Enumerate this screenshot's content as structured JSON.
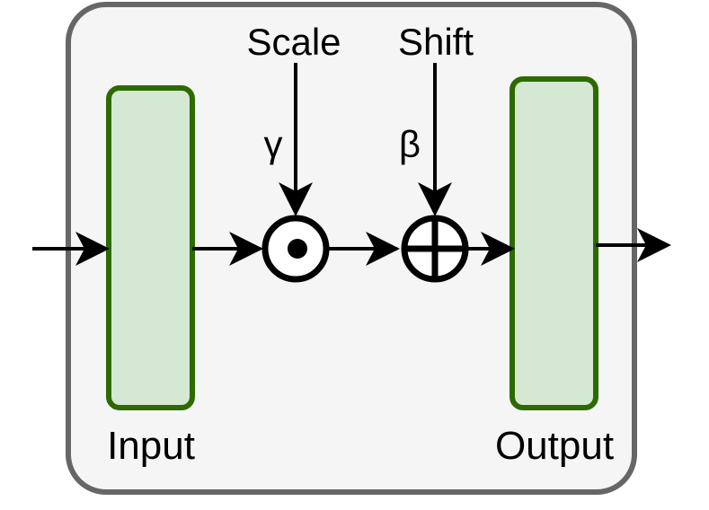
{
  "diagram": {
    "labels": {
      "scale": "Scale",
      "shift": "Shift",
      "gamma": "γ",
      "beta": "β",
      "input": "Input",
      "output": "Output"
    },
    "colors": {
      "frame_fill": "#f5f5f5",
      "frame_stroke": "#666666",
      "block_fill": "#d5e8d4",
      "block_stroke": "#2d6a00",
      "line": "#000000"
    },
    "operators": {
      "multiply": "elementwise-multiply (⊙)",
      "add": "elementwise-add (⊕)"
    }
  }
}
